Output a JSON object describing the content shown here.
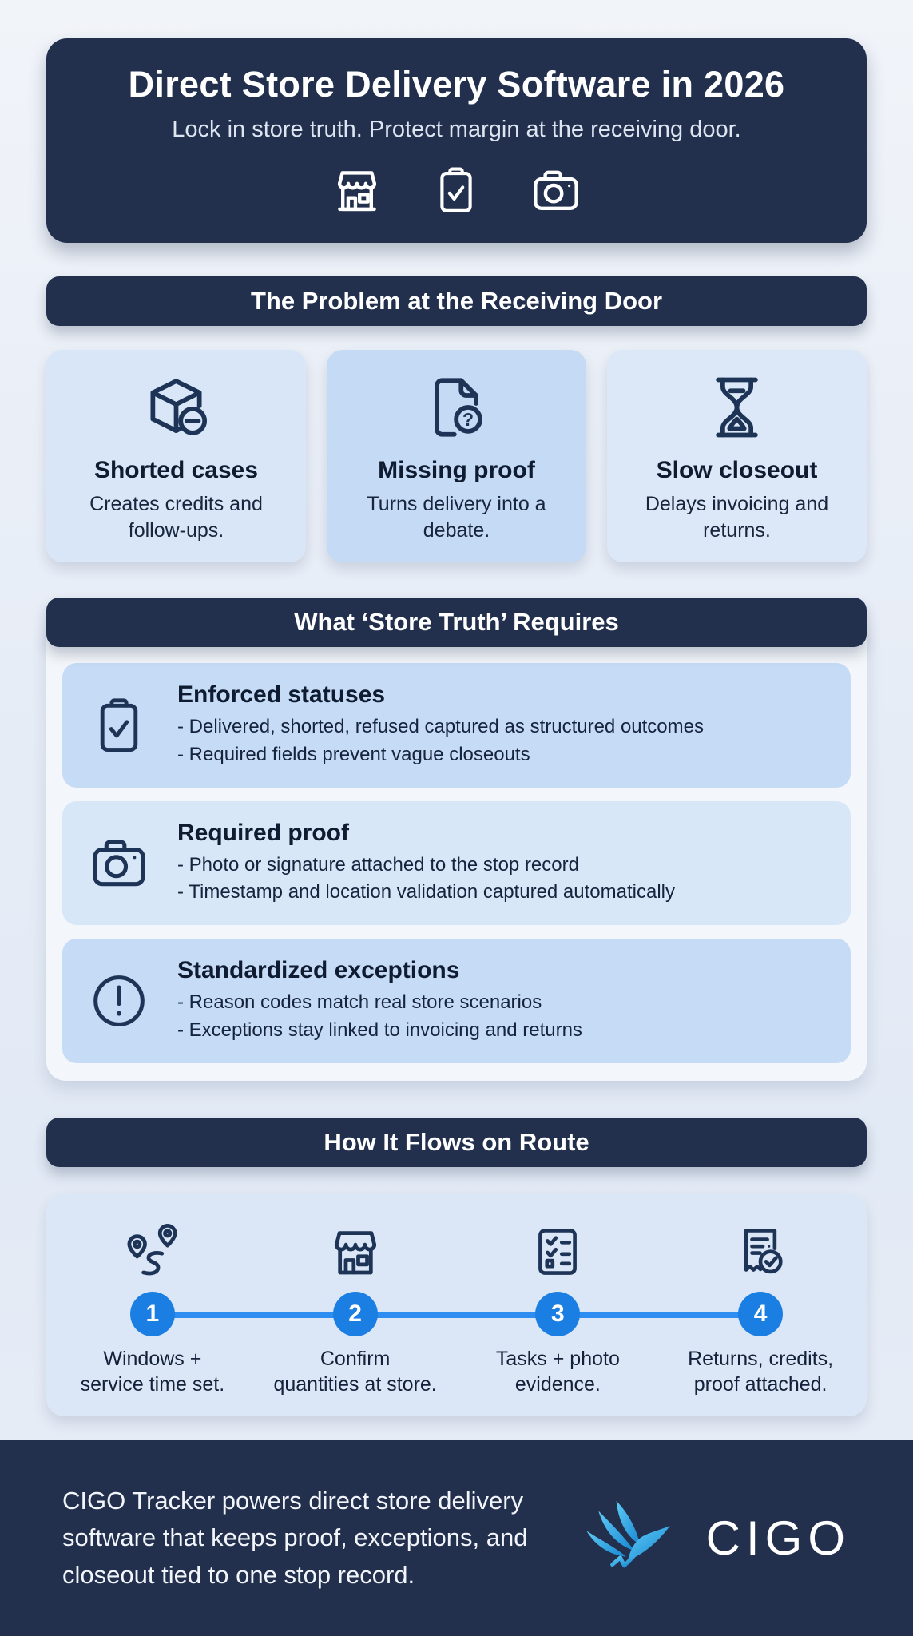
{
  "colors": {
    "navy": "#22304e",
    "accent_blue": "#1b7ee3",
    "line_blue": "#2e8df0",
    "icon_navy": "#1d3456",
    "card_blue_light": "#d8e6f7",
    "card_blue_mid": "#c5daf4",
    "panel_white": "#f3f6fa",
    "logo_blue": "#35ace6"
  },
  "header": {
    "title": "Direct Store Delivery Software in 2026",
    "subtitle": "Lock in store truth. Protect margin at the receiving door.",
    "icons": [
      "store-icon",
      "clipboard-check-icon",
      "camera-icon"
    ]
  },
  "problem_section": {
    "title": "The Problem at the Receiving Door",
    "cards": [
      {
        "icon": "box-minus-icon",
        "title": "Shorted cases",
        "body": "Creates credits and follow-ups."
      },
      {
        "icon": "document-question-icon",
        "title": "Missing proof",
        "body": "Turns delivery into a debate."
      },
      {
        "icon": "hourglass-icon",
        "title": "Slow closeout",
        "body": "Delays invoicing and returns."
      }
    ]
  },
  "requirements_section": {
    "title": "What ‘Store Truth’ Requires",
    "items": [
      {
        "icon": "clipboard-check-icon",
        "title": "Enforced statuses",
        "bullets": [
          "- Delivered, shorted, refused captured as structured outcomes",
          "- Required fields prevent vague closeouts"
        ]
      },
      {
        "icon": "camera-icon",
        "title": "Required proof",
        "bullets": [
          "- Photo or signature attached to the stop record",
          "- Timestamp and location validation captured automatically"
        ]
      },
      {
        "icon": "exclamation-circle-icon",
        "title": "Standardized exceptions",
        "bullets": [
          "- Reason codes match real store scenarios",
          "- Exceptions stay linked to invoicing and returns"
        ]
      }
    ]
  },
  "flow_section": {
    "title": "How It Flows on Route",
    "steps": [
      {
        "number": "1",
        "icon": "route-icon",
        "label_line1": "Windows +",
        "label_line2": "service time set."
      },
      {
        "number": "2",
        "icon": "store-icon",
        "label_line1": "Confirm",
        "label_line2": "quantities at store."
      },
      {
        "number": "3",
        "icon": "checklist-icon",
        "label_line1": "Tasks + photo",
        "label_line2": "evidence."
      },
      {
        "number": "4",
        "icon": "receipt-check-icon",
        "label_line1": "Returns, credits,",
        "label_line2": "proof attached."
      }
    ]
  },
  "footer": {
    "text": "CIGO Tracker powers direct store delivery software that keeps proof, exceptions, and closeout tied to one stop record.",
    "logo_text": "CIGO"
  }
}
